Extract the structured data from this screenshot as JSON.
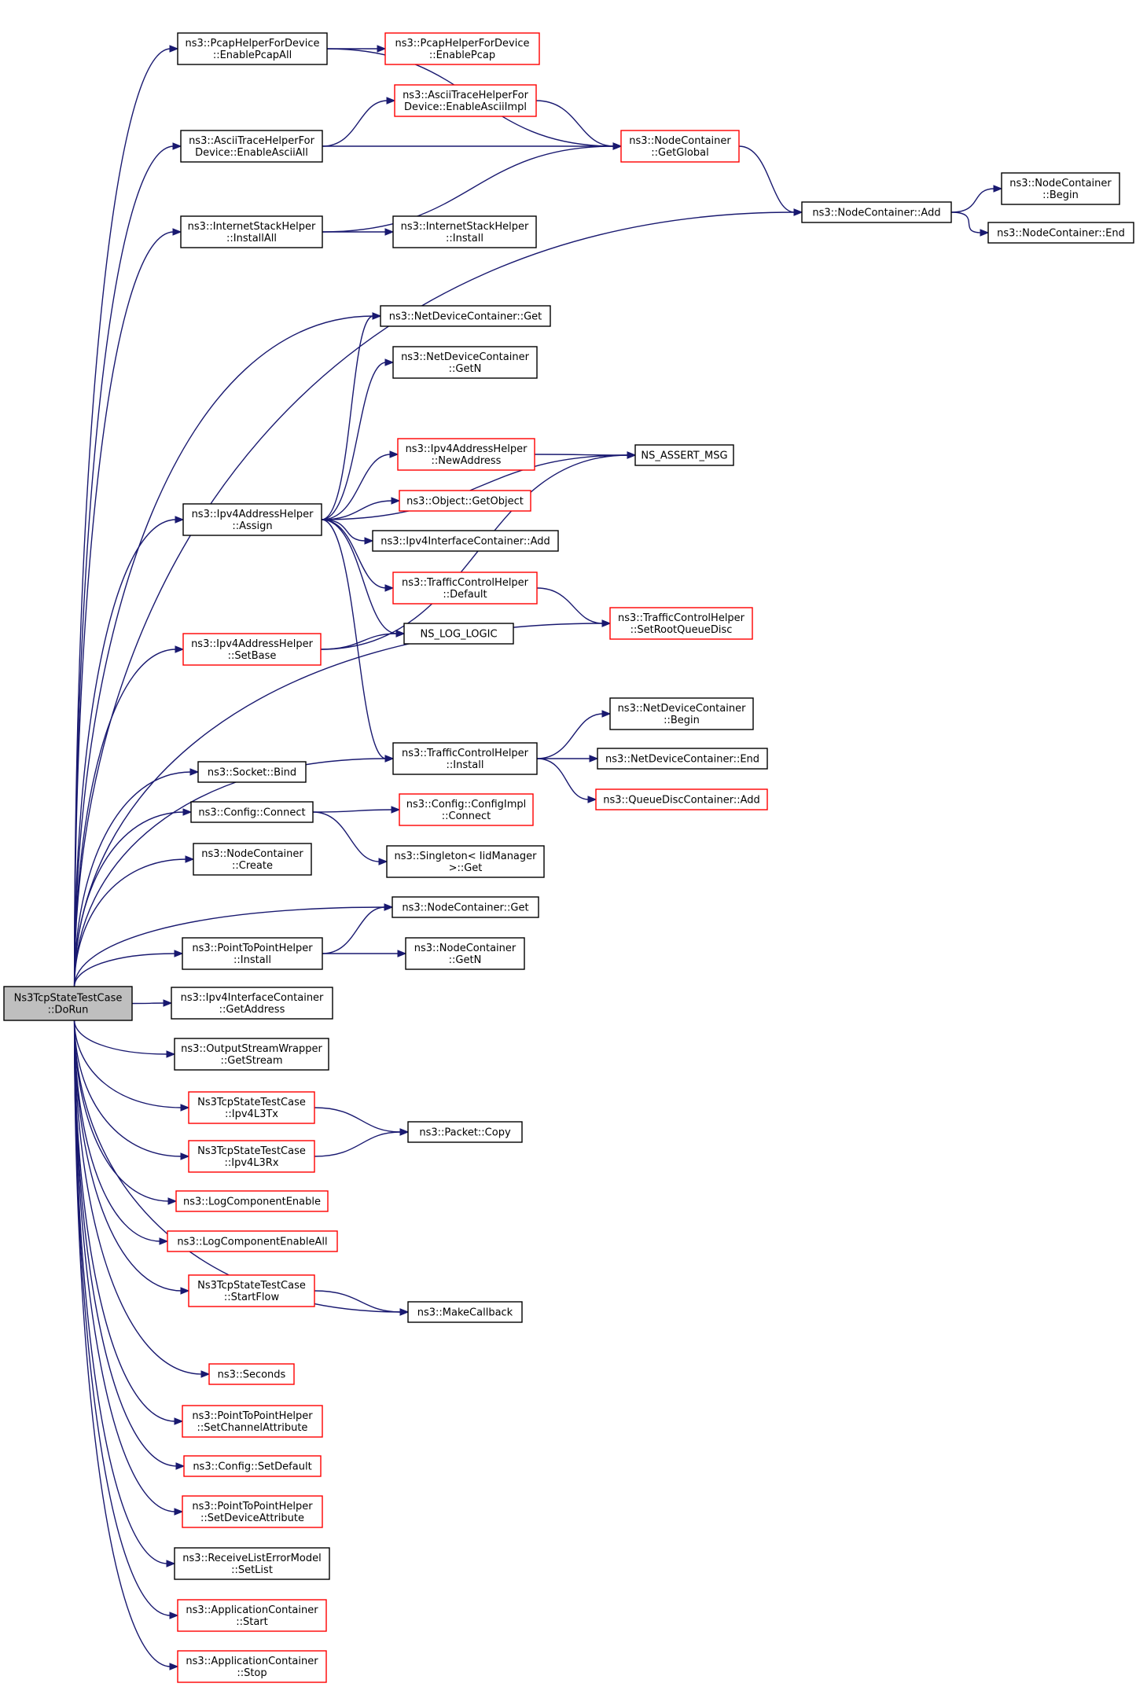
{
  "diagram": {
    "colors": {
      "root_fill": "#bfbfbf",
      "black_border": "#000000",
      "red_border": "#ff0000",
      "edge": "#191970"
    },
    "nodes": [
      {
        "id": "root",
        "lines": [
          "Ns3TcpStateTestCase",
          "::DoRun"
        ],
        "border": "black",
        "root": true
      },
      {
        "id": "pcapAll",
        "lines": [
          "ns3::PcapHelperForDevice",
          "::EnablePcapAll"
        ],
        "border": "black"
      },
      {
        "id": "pcap",
        "lines": [
          "ns3::PcapHelperForDevice",
          "::EnablePcap"
        ],
        "border": "red"
      },
      {
        "id": "asciiImpl",
        "lines": [
          "ns3::AsciiTraceHelperFor",
          "Device::EnableAsciiImpl"
        ],
        "border": "red"
      },
      {
        "id": "asciiAll",
        "lines": [
          "ns3::AsciiTraceHelperFor",
          "Device::EnableAsciiAll"
        ],
        "border": "black"
      },
      {
        "id": "getGlobal",
        "lines": [
          "ns3::NodeContainer",
          "::GetGlobal"
        ],
        "border": "red"
      },
      {
        "id": "ncBegin",
        "lines": [
          "ns3::NodeContainer",
          "::Begin"
        ],
        "border": "black"
      },
      {
        "id": "ncAdd",
        "lines": [
          "ns3::NodeContainer::Add"
        ],
        "border": "black"
      },
      {
        "id": "ncEnd",
        "lines": [
          "ns3::NodeContainer::End"
        ],
        "border": "black"
      },
      {
        "id": "isInstallAll",
        "lines": [
          "ns3::InternetStackHelper",
          "::InstallAll"
        ],
        "border": "black"
      },
      {
        "id": "isInstall",
        "lines": [
          "ns3::InternetStackHelper",
          "::Install"
        ],
        "border": "black"
      },
      {
        "id": "ndcGet",
        "lines": [
          "ns3::NetDeviceContainer::Get"
        ],
        "border": "black"
      },
      {
        "id": "ndcGetN",
        "lines": [
          "ns3::NetDeviceContainer",
          "::GetN"
        ],
        "border": "black"
      },
      {
        "id": "newAddr",
        "lines": [
          "ns3::Ipv4AddressHelper",
          "::NewAddress"
        ],
        "border": "red"
      },
      {
        "id": "assertMsg",
        "lines": [
          "NS_ASSERT_MSG"
        ],
        "border": "black"
      },
      {
        "id": "assign",
        "lines": [
          "ns3::Ipv4AddressHelper",
          "::Assign"
        ],
        "border": "black"
      },
      {
        "id": "getObject",
        "lines": [
          "ns3::Object::GetObject"
        ],
        "border": "red"
      },
      {
        "id": "iicAdd",
        "lines": [
          "ns3::Ipv4InterfaceContainer::Add"
        ],
        "border": "black"
      },
      {
        "id": "tchDefault",
        "lines": [
          "ns3::TrafficControlHelper",
          "::Default"
        ],
        "border": "red"
      },
      {
        "id": "setRootQD",
        "lines": [
          "ns3::TrafficControlHelper",
          "::SetRootQueueDisc"
        ],
        "border": "red"
      },
      {
        "id": "setBase",
        "lines": [
          "ns3::Ipv4AddressHelper",
          "::SetBase"
        ],
        "border": "red"
      },
      {
        "id": "logLogic",
        "lines": [
          "NS_LOG_LOGIC"
        ],
        "border": "black"
      },
      {
        "id": "ndcBegin",
        "lines": [
          "ns3::NetDeviceContainer",
          "::Begin"
        ],
        "border": "black"
      },
      {
        "id": "tchInstall",
        "lines": [
          "ns3::TrafficControlHelper",
          "::Install"
        ],
        "border": "black"
      },
      {
        "id": "ndcEnd",
        "lines": [
          "ns3::NetDeviceContainer::End"
        ],
        "border": "black"
      },
      {
        "id": "qdcAdd",
        "lines": [
          "ns3::QueueDiscContainer::Add"
        ],
        "border": "red"
      },
      {
        "id": "socketBind",
        "lines": [
          "ns3::Socket::Bind"
        ],
        "border": "black"
      },
      {
        "id": "cfgConnect",
        "lines": [
          "ns3::Config::Connect"
        ],
        "border": "black"
      },
      {
        "id": "cfgImplConnect",
        "lines": [
          "ns3::Config::ConfigImpl",
          "::Connect"
        ],
        "border": "red"
      },
      {
        "id": "singletonGet",
        "lines": [
          "ns3::Singleton< IidManager",
          ">::Get"
        ],
        "border": "black"
      },
      {
        "id": "ncCreate",
        "lines": [
          "ns3::NodeContainer",
          "::Create"
        ],
        "border": "black"
      },
      {
        "id": "ncGet",
        "lines": [
          "ns3::NodeContainer::Get"
        ],
        "border": "black"
      },
      {
        "id": "p2pInstall",
        "lines": [
          "ns3::PointToPointHelper",
          "::Install"
        ],
        "border": "black"
      },
      {
        "id": "ncGetN",
        "lines": [
          "ns3::NodeContainer",
          "::GetN"
        ],
        "border": "black"
      },
      {
        "id": "iicGetAddr",
        "lines": [
          "ns3::Ipv4InterfaceContainer",
          "::GetAddress"
        ],
        "border": "black"
      },
      {
        "id": "oswGetStream",
        "lines": [
          "ns3::OutputStreamWrapper",
          "::GetStream"
        ],
        "border": "black"
      },
      {
        "id": "ipv4L3Tx",
        "lines": [
          "Ns3TcpStateTestCase",
          "::Ipv4L3Tx"
        ],
        "border": "red"
      },
      {
        "id": "packetCopy",
        "lines": [
          "ns3::Packet::Copy"
        ],
        "border": "black"
      },
      {
        "id": "ipv4L3Rx",
        "lines": [
          "Ns3TcpStateTestCase",
          "::Ipv4L3Rx"
        ],
        "border": "red"
      },
      {
        "id": "logCompEnable",
        "lines": [
          "ns3::LogComponentEnable"
        ],
        "border": "red"
      },
      {
        "id": "logCompEnableAll",
        "lines": [
          "ns3::LogComponentEnableAll"
        ],
        "border": "red"
      },
      {
        "id": "startFlow",
        "lines": [
          "Ns3TcpStateTestCase",
          "::StartFlow"
        ],
        "border": "red"
      },
      {
        "id": "makeCallback",
        "lines": [
          "ns3::MakeCallback"
        ],
        "border": "black"
      },
      {
        "id": "seconds",
        "lines": [
          "ns3::Seconds"
        ],
        "border": "red"
      },
      {
        "id": "p2pSetChan",
        "lines": [
          "ns3::PointToPointHelper",
          "::SetChannelAttribute"
        ],
        "border": "red"
      },
      {
        "id": "cfgSetDefault",
        "lines": [
          "ns3::Config::SetDefault"
        ],
        "border": "red"
      },
      {
        "id": "p2pSetDev",
        "lines": [
          "ns3::PointToPointHelper",
          "::SetDeviceAttribute"
        ],
        "border": "red"
      },
      {
        "id": "rlemSetList",
        "lines": [
          "ns3::ReceiveListErrorModel",
          "::SetList"
        ],
        "border": "black"
      },
      {
        "id": "appStart",
        "lines": [
          "ns3::ApplicationContainer",
          "::Start"
        ],
        "border": "red"
      },
      {
        "id": "appStop",
        "lines": [
          "ns3::ApplicationContainer",
          "::Stop"
        ],
        "border": "red"
      }
    ],
    "edges": [
      [
        "root",
        "pcapAll"
      ],
      [
        "root",
        "asciiAll"
      ],
      [
        "root",
        "isInstallAll"
      ],
      [
        "root",
        "ncAdd"
      ],
      [
        "root",
        "ndcGet"
      ],
      [
        "root",
        "assign"
      ],
      [
        "root",
        "setBase"
      ],
      [
        "root",
        "setRootQD"
      ],
      [
        "root",
        "tchInstall"
      ],
      [
        "root",
        "socketBind"
      ],
      [
        "root",
        "cfgConnect"
      ],
      [
        "root",
        "ncCreate"
      ],
      [
        "root",
        "ncGet"
      ],
      [
        "root",
        "p2pInstall"
      ],
      [
        "root",
        "iicGetAddr"
      ],
      [
        "root",
        "oswGetStream"
      ],
      [
        "root",
        "ipv4L3Tx"
      ],
      [
        "root",
        "ipv4L3Rx"
      ],
      [
        "root",
        "logCompEnable"
      ],
      [
        "root",
        "logCompEnableAll"
      ],
      [
        "root",
        "startFlow"
      ],
      [
        "root",
        "makeCallback"
      ],
      [
        "root",
        "seconds"
      ],
      [
        "root",
        "p2pSetChan"
      ],
      [
        "root",
        "cfgSetDefault"
      ],
      [
        "root",
        "p2pSetDev"
      ],
      [
        "root",
        "rlemSetList"
      ],
      [
        "root",
        "appStart"
      ],
      [
        "root",
        "appStop"
      ],
      [
        "pcapAll",
        "pcap"
      ],
      [
        "pcapAll",
        "getGlobal"
      ],
      [
        "asciiAll",
        "asciiImpl"
      ],
      [
        "asciiAll",
        "getGlobal"
      ],
      [
        "asciiImpl",
        "getGlobal"
      ],
      [
        "getGlobal",
        "ncAdd"
      ],
      [
        "ncAdd",
        "ncBegin"
      ],
      [
        "ncAdd",
        "ncEnd"
      ],
      [
        "isInstallAll",
        "getGlobal"
      ],
      [
        "isInstallAll",
        "isInstall"
      ],
      [
        "assign",
        "ndcGet"
      ],
      [
        "assign",
        "ndcGetN"
      ],
      [
        "assign",
        "assertMsg"
      ],
      [
        "assign",
        "newAddr"
      ],
      [
        "assign",
        "getObject"
      ],
      [
        "assign",
        "iicAdd"
      ],
      [
        "assign",
        "tchDefault"
      ],
      [
        "assign",
        "logLogic"
      ],
      [
        "assign",
        "tchInstall"
      ],
      [
        "newAddr",
        "assertMsg"
      ],
      [
        "tchDefault",
        "setRootQD"
      ],
      [
        "setBase",
        "logLogic"
      ],
      [
        "setBase",
        "assertMsg"
      ],
      [
        "tchInstall",
        "ndcBegin"
      ],
      [
        "tchInstall",
        "ndcEnd"
      ],
      [
        "tchInstall",
        "qdcAdd"
      ],
      [
        "cfgConnect",
        "cfgImplConnect"
      ],
      [
        "cfgConnect",
        "singletonGet"
      ],
      [
        "p2pInstall",
        "ncGet"
      ],
      [
        "p2pInstall",
        "ncGetN"
      ],
      [
        "ipv4L3Tx",
        "packetCopy"
      ],
      [
        "ipv4L3Rx",
        "packetCopy"
      ],
      [
        "startFlow",
        "makeCallback"
      ]
    ]
  }
}
